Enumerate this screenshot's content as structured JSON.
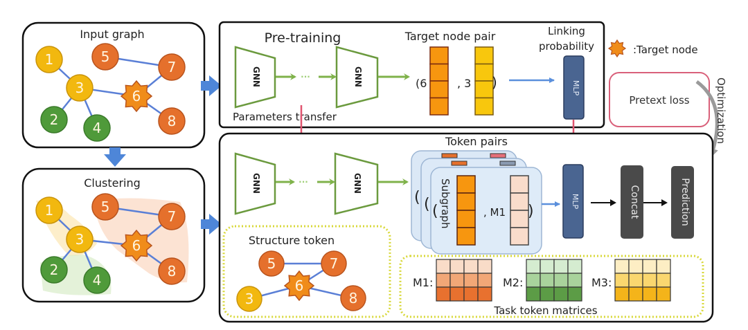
{
  "input_graph": {
    "title": "Input graph",
    "nodes": [
      {
        "id": "1",
        "group": "yellow"
      },
      {
        "id": "2",
        "group": "green"
      },
      {
        "id": "3",
        "group": "yellow"
      },
      {
        "id": "4",
        "group": "green"
      },
      {
        "id": "5",
        "group": "orange"
      },
      {
        "id": "6",
        "group": "target"
      },
      {
        "id": "7",
        "group": "orange"
      },
      {
        "id": "8",
        "group": "orange"
      }
    ],
    "edges": [
      [
        "1",
        "3"
      ],
      [
        "3",
        "2"
      ],
      [
        "3",
        "4"
      ],
      [
        "3",
        "6"
      ],
      [
        "5",
        "7"
      ],
      [
        "7",
        "6"
      ],
      [
        "6",
        "8"
      ]
    ]
  },
  "clustering": {
    "title": "Clustering"
  },
  "pretraining": {
    "title": "Pre-training",
    "gnn_label": "GNN",
    "ellipsis": "···",
    "params_transfer": "Parameters transfer",
    "target_pair_title": "Target node pair",
    "pair_open": "(6",
    "pair_sep": ", 3",
    "pair_close": ")",
    "linking_title_1": "Linking",
    "linking_title_2": "probability",
    "mlp_label": "MLP"
  },
  "legend": {
    "target_node": ":Target node"
  },
  "pretext": {
    "label": "Pretext loss",
    "optimization": "Optimization"
  },
  "finetune": {
    "gnn_label": "GNN",
    "ellipsis": "···",
    "token_pairs_title": "Token pairs",
    "subgraph_label": "Subgraph",
    "paren_open": "(",
    "m1_label": ", M1",
    "paren_close": ")",
    "mlp_label": "MLP",
    "concat_label": "Concat",
    "prediction_label": "Prediction"
  },
  "structure_token": {
    "title": "Structure token",
    "nodes": [
      "5",
      "7",
      "6",
      "3",
      "8"
    ]
  },
  "task_tokens": {
    "title": "Task token matrices",
    "matrices": [
      {
        "label": "M1:",
        "colors": [
          "#f9dcc8",
          "#f2a777",
          "#e8712f"
        ]
      },
      {
        "label": "M2:",
        "colors": [
          "#d5ecd0",
          "#a9d39c",
          "#5c9c46"
        ]
      },
      {
        "label": "M3:",
        "colors": [
          "#fdeec4",
          "#fad76f",
          "#f4b41a"
        ]
      }
    ]
  },
  "colors": {
    "yellow": "#f2b80f",
    "green": "#4f9a3a",
    "orange": "#e5702c",
    "target": "#f08c1a",
    "edge": "#5a7fd6",
    "gnn": "#6b9a3e",
    "arrow_green": "#7fb24a",
    "blue_arrow": "#4e86d8",
    "pink": "#e0546f",
    "mlp": "#4a6591",
    "dark": "#4a4a4a"
  }
}
